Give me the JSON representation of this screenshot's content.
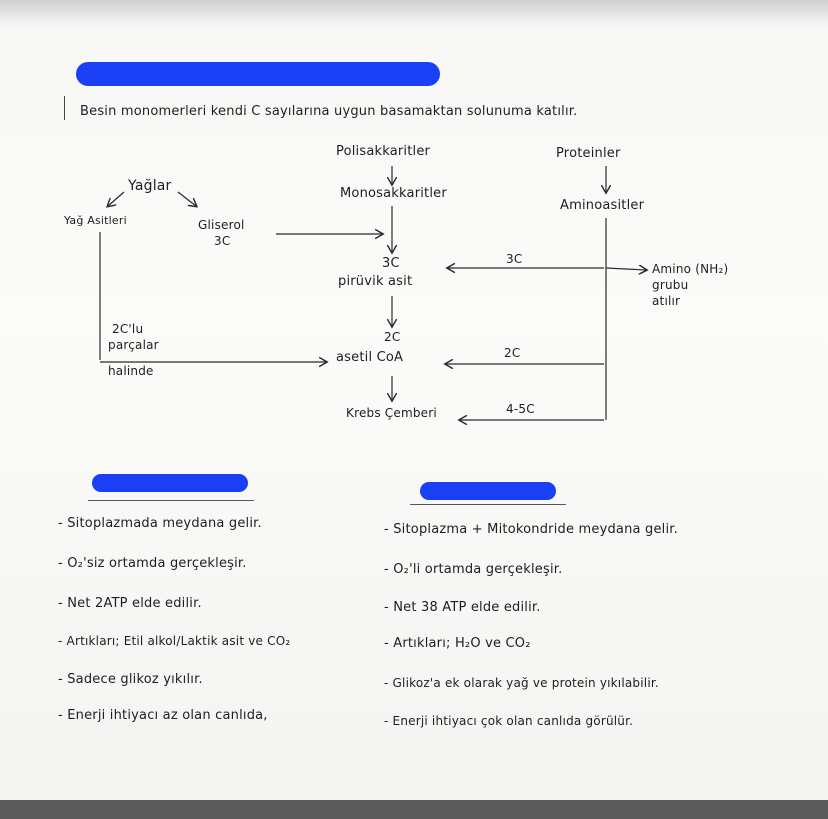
{
  "intro": "Besin monomerleri kendi C sayılarına uygun basamaktan solunuma katılır.",
  "diagram": {
    "polisakkaritler": "Polisakkaritler",
    "monosakkaritler": "Monosakkaritler",
    "proteinler": "Proteinler",
    "aminoasitler": "Aminoasitler",
    "yaglar": "Yağlar",
    "yag_asitleri": "Yağ Asitleri",
    "gliserol": "Gliserol",
    "gliserol_c": "3C",
    "piruvik_c": "3C",
    "piruvik": "pirüvik asit",
    "aminoasit_to_piruvik": "3C",
    "amino_grubu_1": "Amino (NH₂)",
    "amino_grubu_2": "grubu",
    "amino_grubu_3": "atılır",
    "parcalar_1": "2C'lu",
    "parcalar_2": "parçalar",
    "parcalar_3": "halinde",
    "asetil_c": "2C",
    "asetil": "asetil CoA",
    "aminoasit_to_asetil": "2C",
    "krebs": "Krebs Çemberi",
    "aminoasit_to_krebs": "4-5C"
  },
  "left_list": [
    "- Sitoplazmada meydana gelir.",
    "- O₂'siz ortamda gerçekleşir.",
    "- Net 2ATP elde edilir.",
    "- Artıkları; Etil alkol/Laktik asit ve CO₂",
    "- Sadece glikoz yıkılır.",
    "- Enerji ihtiyacı az olan canlıda,"
  ],
  "right_list": [
    "- Sitoplazma + Mitokondride meydana gelir.",
    "- O₂'li ortamda gerçekleşir.",
    "- Net 38 ATP elde edilir.",
    "- Artıkları; H₂O ve CO₂",
    "- Glikoz'a ek olarak yağ ve protein yıkılabilir.",
    "- Enerji ihtiyacı çok olan canlıda görülür."
  ],
  "colors": {
    "redaction": "#1b3ff5",
    "ink": "#1e1e1e",
    "background": "#5a5a5a"
  }
}
